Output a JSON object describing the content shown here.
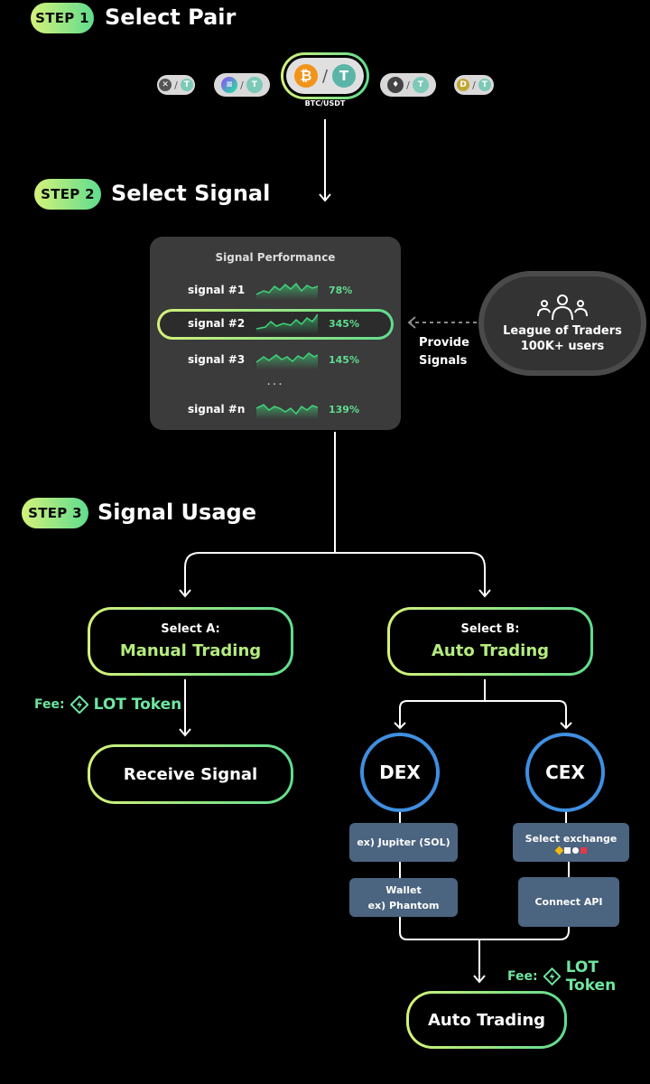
{
  "step1": {
    "badge": "STEP 1",
    "title": "Select Pair"
  },
  "pairs": {
    "selected_label": "BTC/USDT",
    "others": [
      "XRP/USDT",
      "SOL/USDT",
      "ETH/USDT",
      "DOGE/USDT"
    ],
    "separator": "/"
  },
  "step2": {
    "badge": "STEP 2",
    "title": "Select Signal"
  },
  "signal_card": {
    "title": "Signal Performance",
    "rows": [
      {
        "name": "signal #1",
        "pct": "78%"
      },
      {
        "name": "signal #2",
        "pct": "345%"
      },
      {
        "name": "signal #3",
        "pct": "145%"
      },
      {
        "name": "signal #n",
        "pct": "139%"
      }
    ],
    "ellipsis": "..."
  },
  "provide": {
    "line1": "Provide",
    "line2": "Signals"
  },
  "league": {
    "line1": "League of Traders",
    "line2": "100K+ users"
  },
  "step3": {
    "badge": "STEP 3",
    "title": "Signal Usage"
  },
  "option_a": {
    "label": "Select A:",
    "title": "Manual Trading"
  },
  "option_b": {
    "label": "Select B:",
    "title": "Auto Trading"
  },
  "fee": {
    "label": "Fee:",
    "token": "LOT Token"
  },
  "receive_signal": "Receive Signal",
  "dex": {
    "title": "DEX",
    "example": "ex) Jupiter (SOL)",
    "wallet_line1": "Wallet",
    "wallet_line2": "ex) Phantom"
  },
  "cex": {
    "title": "CEX",
    "select": "Select exchange",
    "connect": "Connect API"
  },
  "auto_trading_final": "Auto Trading",
  "colors": {
    "accent_start": "#d4f27a",
    "accent_end": "#5fdc8e",
    "ring_blue": "#3f8fe0",
    "box_blue": "#4b6480",
    "card": "#3b3b3b"
  }
}
